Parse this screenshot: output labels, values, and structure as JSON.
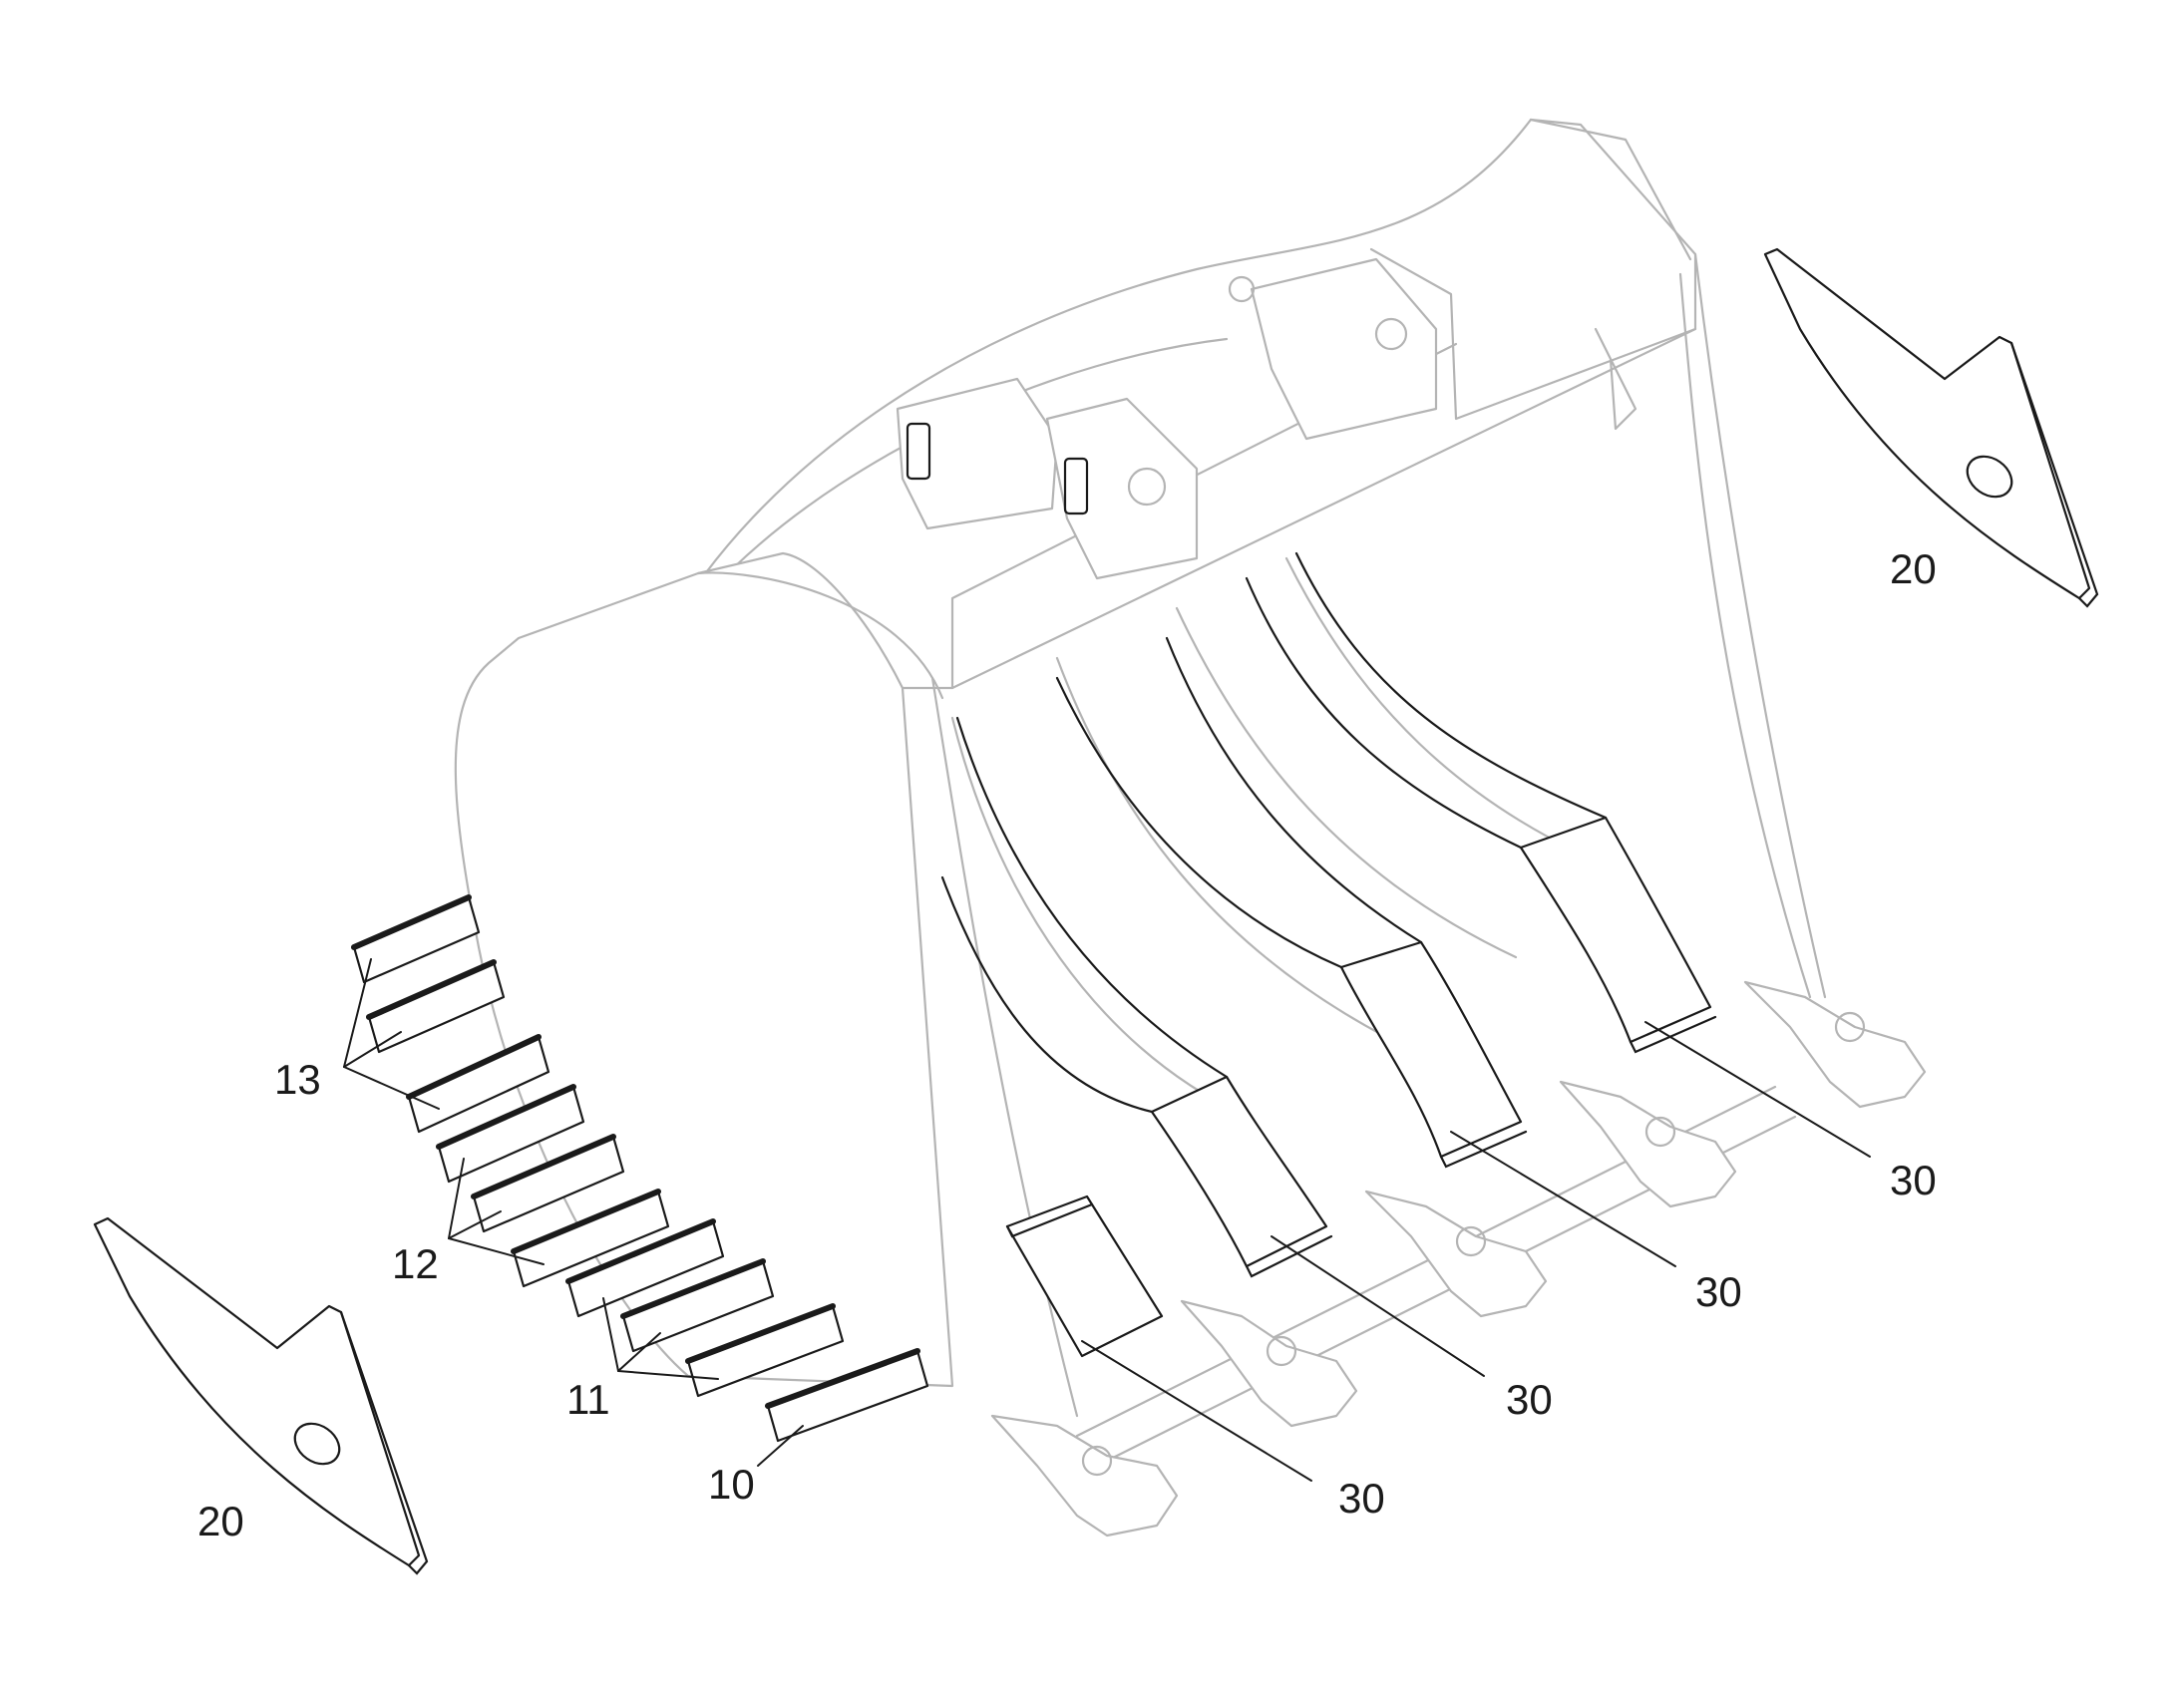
{
  "figure": {
    "labels": {
      "side_cutter_left": "20",
      "side_cutter_right": "20",
      "wear_strip_group_13": "13",
      "wear_strip_group_12": "12",
      "wear_strip_group_11": "11",
      "wear_strip_10": "10",
      "wear_plate_1": "30",
      "wear_plate_2": "30",
      "wear_plate_3": "30",
      "wear_plate_4": "30"
    },
    "colors": {
      "ghost_outline": "#b4b4b4",
      "part_outline": "#1a1a1a",
      "background": "#ffffff"
    }
  }
}
